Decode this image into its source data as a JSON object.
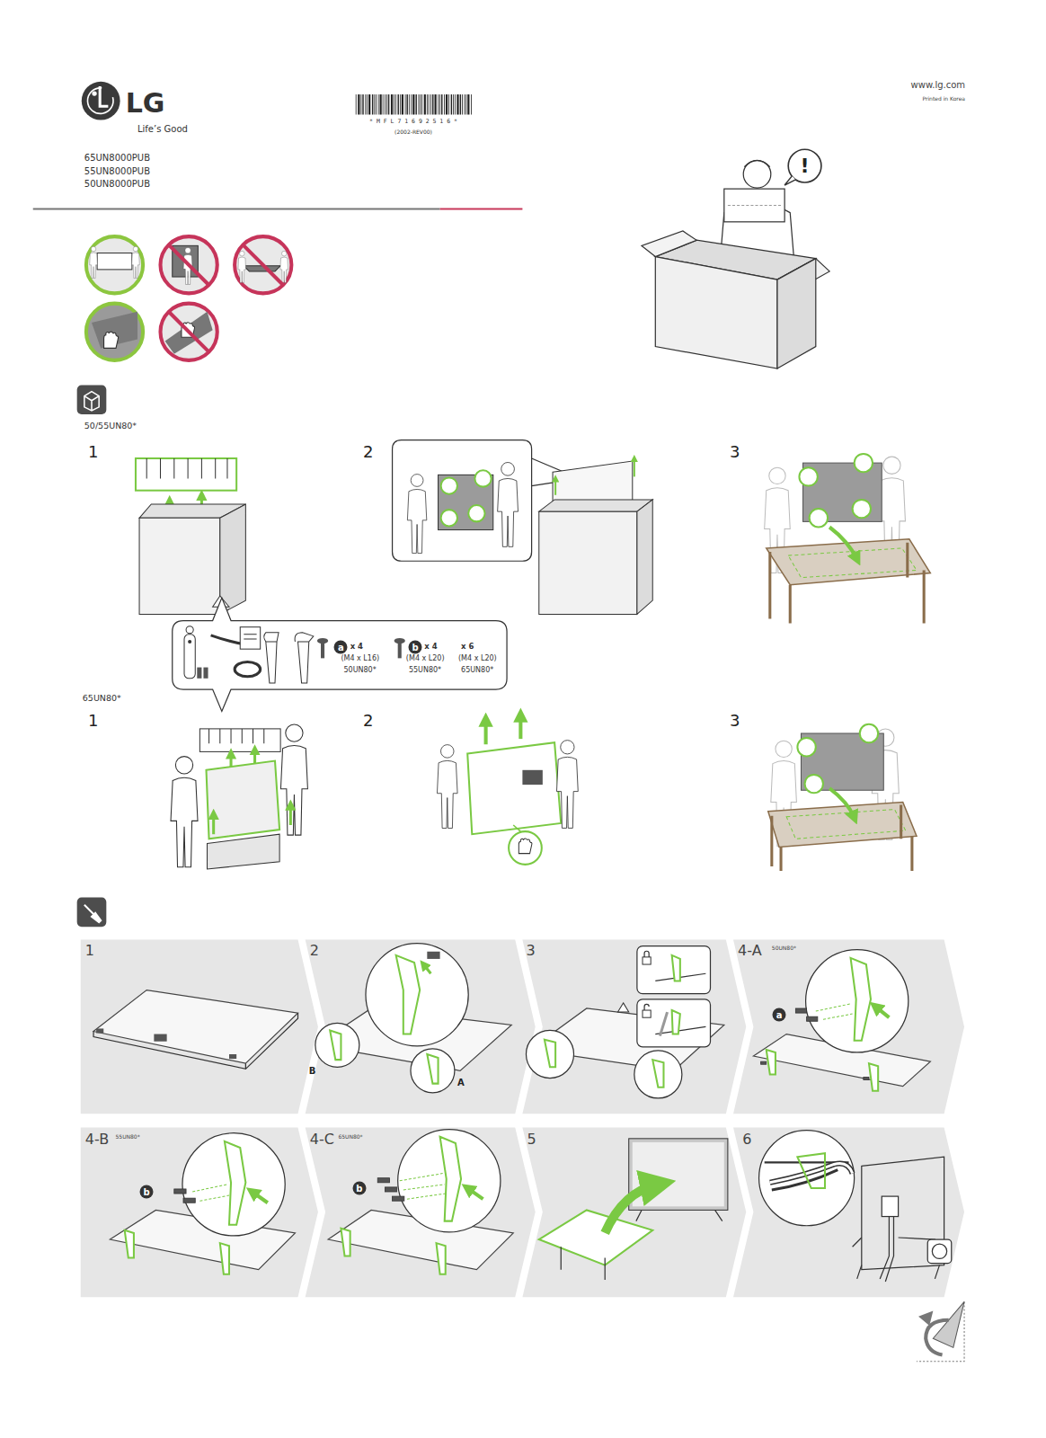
{
  "diagram": {
    "labels": [
      "LG",
      "Life’s Good",
      "www.lg.com",
      "Printed in Korea",
      "* M F L 7 1 6 9 2 5 1 6 *",
      "(2002-REV00)",
      "65UN8000PUB",
      "55UN8000PUB",
      "50UN8000PUB",
      "!",
      "50/55UN80*",
      "1",
      "2",
      "3",
      "a",
      "x 4",
      "(M4 x L16)",
      "50UN80*",
      "b",
      "x 4",
      "(M4 x L20)",
      "55UN80*",
      "x 6",
      "(M4 x L20)",
      "65UN80*",
      "65UN80*",
      "1",
      "2",
      "3",
      "1",
      "2",
      "B",
      "A",
      "3",
      "4-A",
      "50UN80*",
      "a",
      "4-B",
      "55UN80*",
      "b",
      "4-C",
      "65UN80*",
      "b",
      "5",
      "6"
    ]
  }
}
